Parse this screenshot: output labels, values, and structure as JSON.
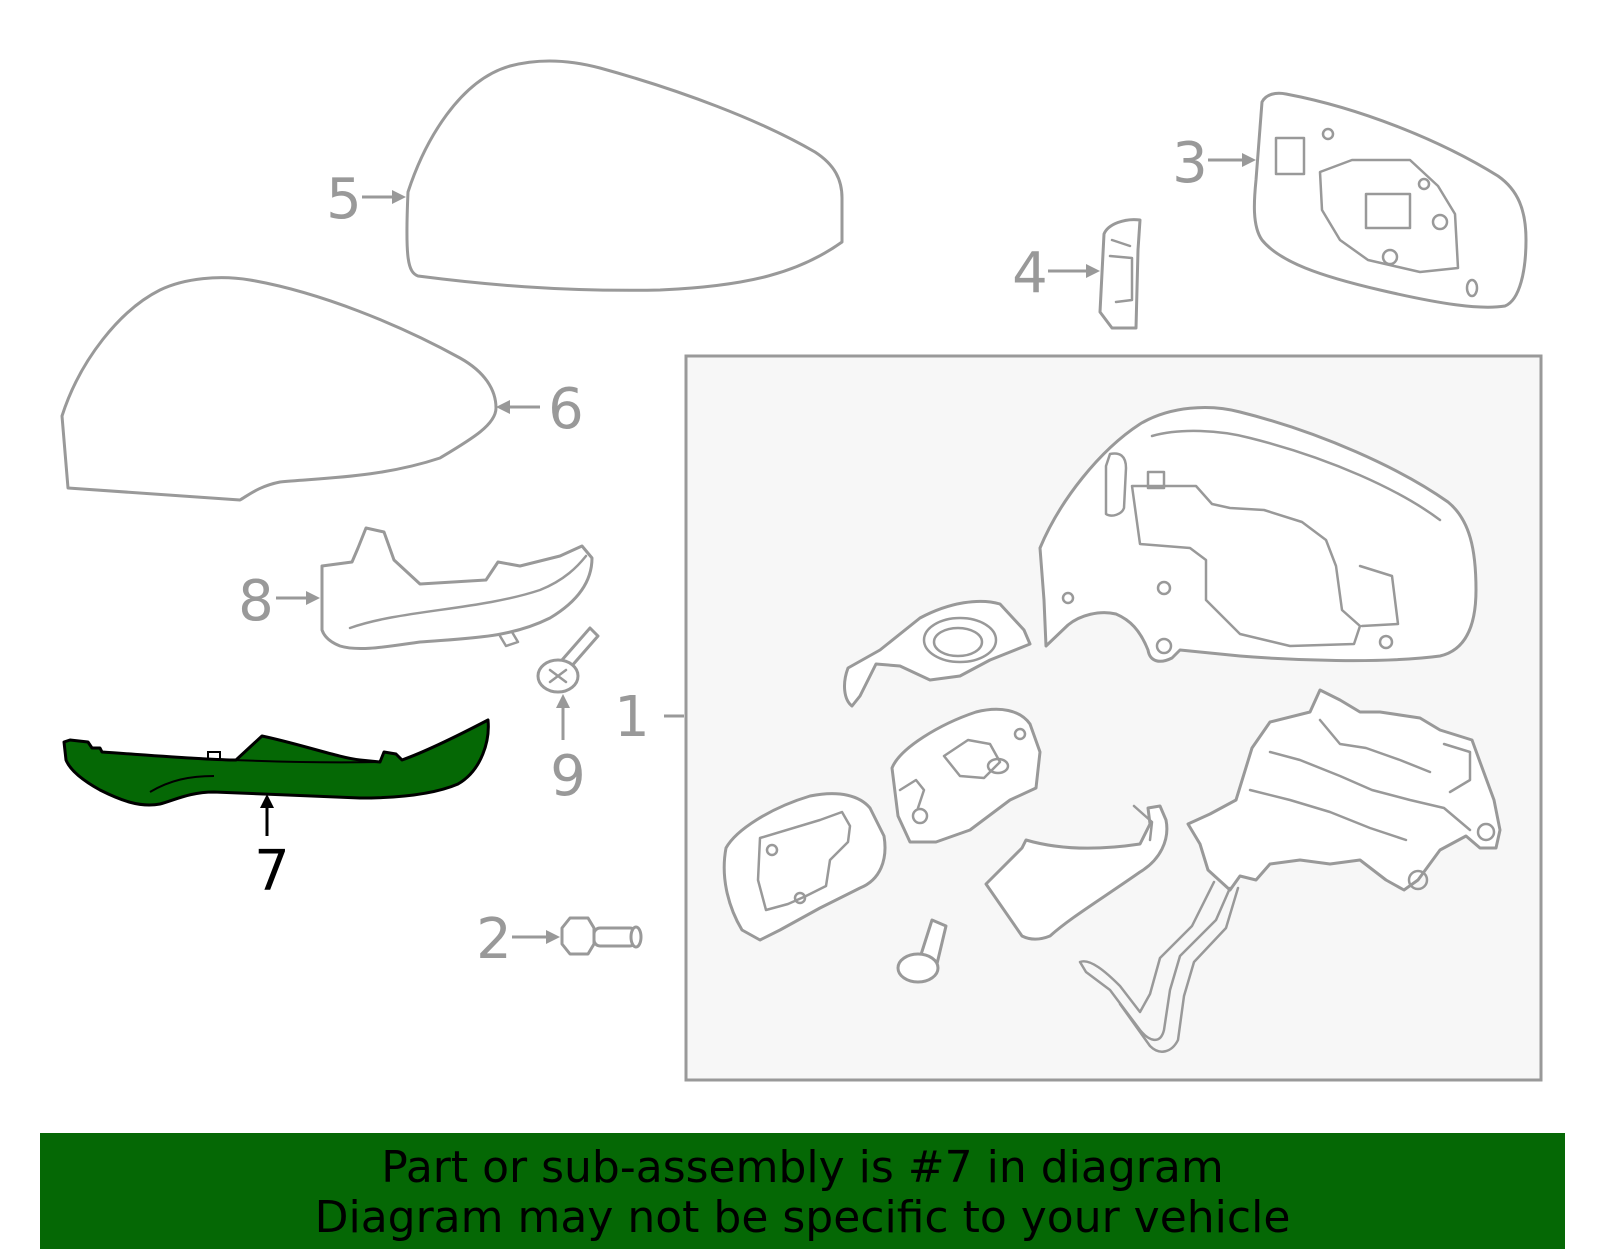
{
  "diagram": {
    "callouts": [
      {
        "id": "1",
        "label": "1"
      },
      {
        "id": "2",
        "label": "2"
      },
      {
        "id": "3",
        "label": "3"
      },
      {
        "id": "4",
        "label": "4"
      },
      {
        "id": "5",
        "label": "5"
      },
      {
        "id": "6",
        "label": "6"
      },
      {
        "id": "7",
        "label": "7"
      },
      {
        "id": "8",
        "label": "8"
      },
      {
        "id": "9",
        "label": "9"
      }
    ],
    "highlighted_part": "7",
    "colors": {
      "part_outline": "#999999",
      "highlight_fill": "#056805",
      "highlight_outline": "#000000",
      "assembly_box_fill": "#f7f7f7",
      "banner_background": "#056805"
    }
  },
  "banner": {
    "line1": "Part or sub-assembly is #7 in diagram",
    "line2": "Diagram may not be specific to your vehicle"
  }
}
